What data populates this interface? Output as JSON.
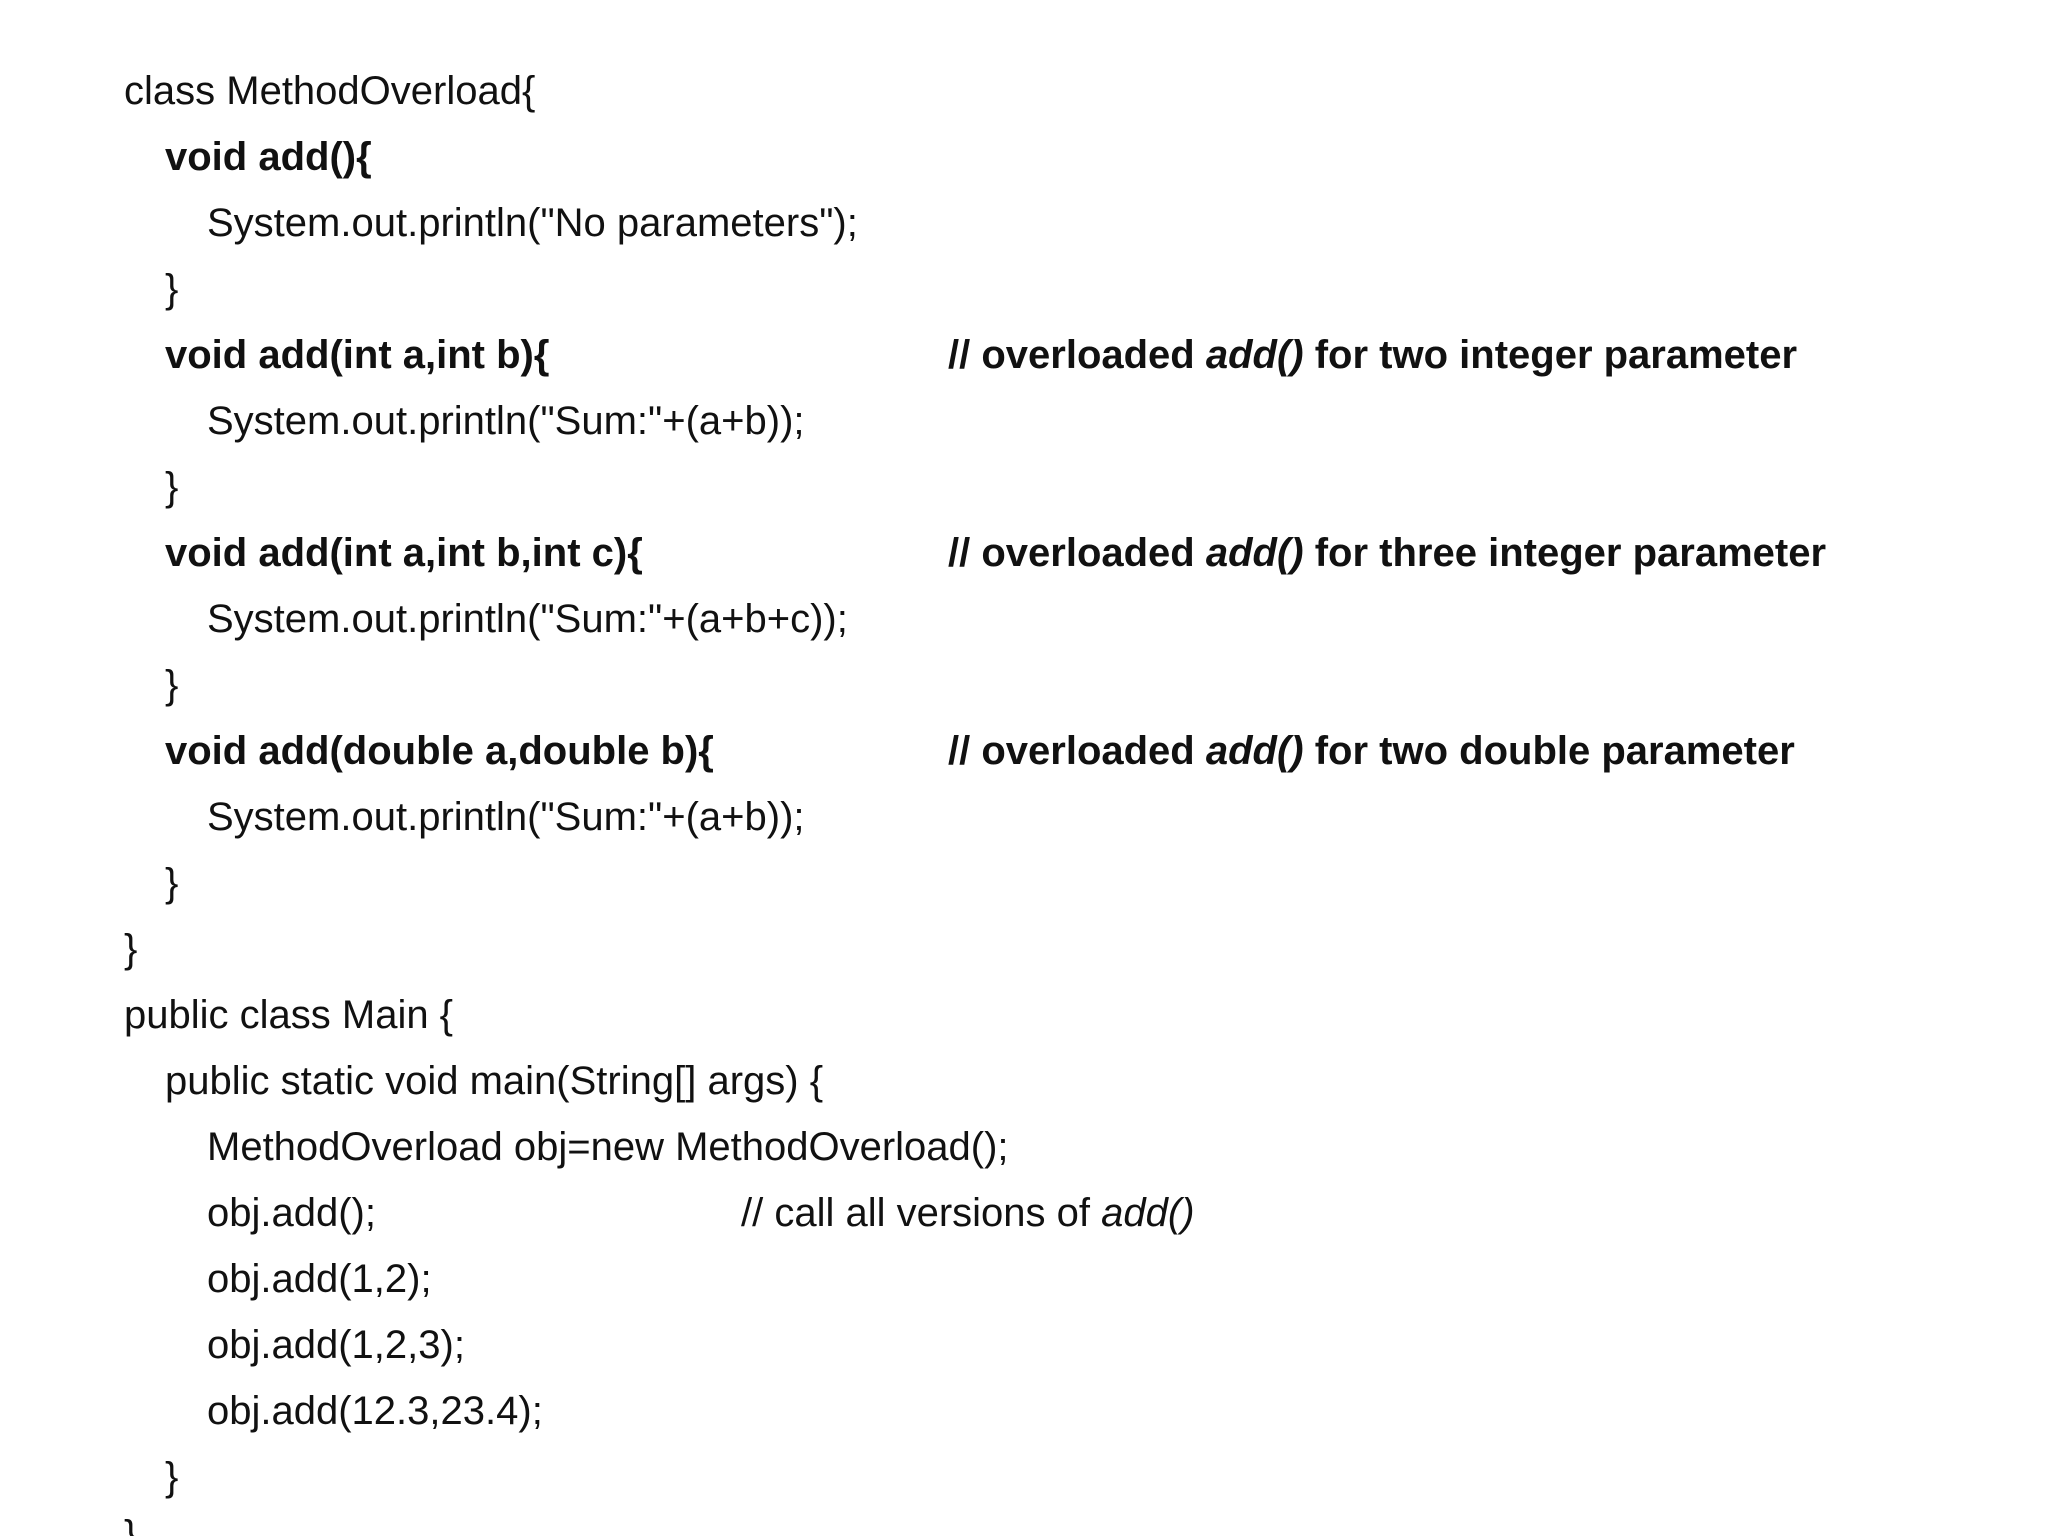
{
  "code": {
    "l01": "class MethodOverload{",
    "l02": "void add(){",
    "l03": "System.out.println(\"No parameters\");",
    "l04": "}",
    "l05": "void add(int a,int b){",
    "l05_comment_pre": "// overloaded ",
    "l05_comment_em": "add()",
    "l05_comment_post": " for two integer parameter",
    "l06": "System.out.println(\"Sum:\"+(a+b));",
    "l07": "}",
    "l08": "void add(int a,int b,int c){",
    "l08_comment_pre": "// overloaded ",
    "l08_comment_em": "add()",
    "l08_comment_post": " for three integer parameter",
    "l09": "System.out.println(\"Sum:\"+(a+b+c));",
    "l10": "}",
    "l11": "void add(double a,double b){",
    "l11_comment_pre": "// overloaded ",
    "l11_comment_em": "add()",
    "l11_comment_post": " for two double parameter",
    "l12": "System.out.println(\"Sum:\"+(a+b));",
    "l13": "}",
    "l14": "}",
    "l15": "public class Main {",
    "l16": "public static void main(String[] args) {",
    "l17": "MethodOverload obj=new MethodOverload();",
    "l18": "obj.add();",
    "l18_comment_pre": "// call all versions of ",
    "l18_comment_em": "add()",
    "l19": "obj.add(1,2);",
    "l20": "obj.add(1,2,3);",
    "l21": "obj.add(12.3,23.4);",
    "l22": "}",
    "l23": "}"
  }
}
